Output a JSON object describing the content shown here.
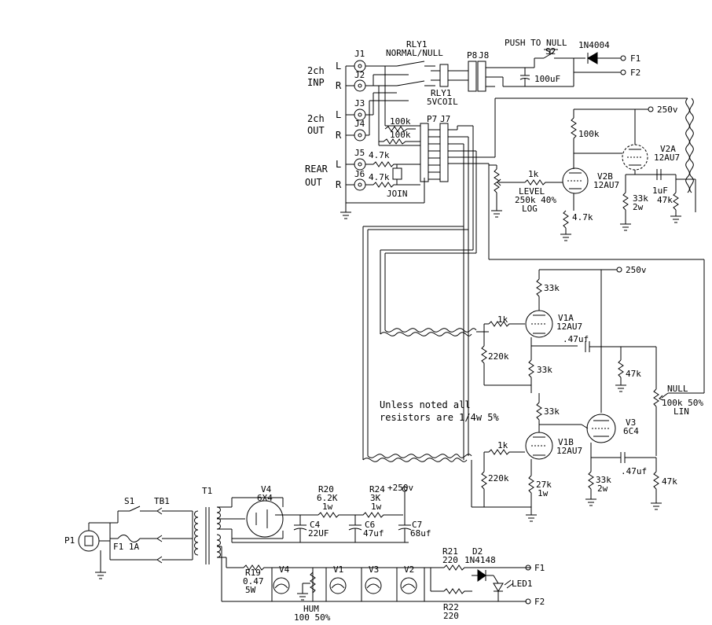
{
  "labels": {
    "rly1_top": "RLY1",
    "rly1_mode": "NORMAL/NULL",
    "rly1_bottom": "RLY1",
    "rly1_coil": "5VCOIL",
    "push_to_null": "PUSH TO NULL",
    "s2": "S2",
    "d1": "1N4004",
    "f1_top": "F1",
    "f2_top": "F2",
    "cap_100uf": "100uF",
    "p8": "P8",
    "j8": "J8",
    "p7": "P7",
    "j7": "J7",
    "j1": "J1",
    "j2": "J2",
    "j3": "J3",
    "j4": "J4",
    "j5": "J5",
    "j6": "J6",
    "inp_2ch": "2ch",
    "inp": "INP",
    "out_2ch": "2ch",
    "out": "OUT",
    "rear": "REAR",
    "rear_out": "OUT",
    "L1": "L",
    "R1": "R",
    "L2": "L",
    "R2": "R",
    "L3": "L",
    "R3": "R",
    "r100k_a": "100k",
    "r100k_b": "100k",
    "r47k_a": "4.7k",
    "r47k_b": "4.7k",
    "join": "JOIN",
    "v250_top": "250v",
    "v250_mid": "250v",
    "v2a": "V2A",
    "v2a_type": "12AU7",
    "v2b": "V2B",
    "v2b_type": "12AU7",
    "r100k_plate": "100k",
    "r1k_level": "1k",
    "level": "LEVEL",
    "level_val": "250k 40%",
    "level_law": "LOG",
    "r47k_cath": "4.7k",
    "c1uf": "1uF",
    "r33k2w_top": "33k",
    "r33k2w_top_w": "2w",
    "r47k_top": "47k",
    "r33k_v1a": "33k",
    "v1a": "V1A",
    "v1a_type": "12AU7",
    "r1k_v1a": "1k",
    "c47_v1a": ".47uf",
    "r220k_a": "220k",
    "r33k_v1a_k": "33k",
    "r47k_mid": "47k",
    "null": "NULL",
    "null_val": "100k 50%",
    "null_law": "LIN",
    "note1": "Unless noted all",
    "note2": "resistors are 1/4w 5%",
    "r33k_v1b_p": "33k",
    "v3": "V3",
    "v3_type": "6C4",
    "v1b": "V1B",
    "v1b_type": "12AU7",
    "r1k_v1b": "1k",
    "r220k_b": "220k",
    "r27k": "27k",
    "r27k_w": "1w",
    "c47_v3": ".47uf",
    "r33k2w_v3": "33k",
    "r33k2w_v3_w": "2w",
    "r47k_v3": "47k",
    "s1": "S1",
    "tb1": "TB1",
    "t1": "T1",
    "p1": "P1",
    "f1_1a": "F1 1A",
    "v4": "V4",
    "v4_type": "6X4",
    "r20": "R20",
    "r20_val": "6.2K",
    "r20_w": "1w",
    "r24": "R24",
    "r24_val": "3K",
    "r24_w": "1w",
    "plus250": "+250v",
    "c4": "C4",
    "c4_val": "22UF",
    "c6": "C6",
    "c6_val": "47uf",
    "c7": "C7",
    "c7_val": "68uf",
    "r19": "R19",
    "r19_val": "0.47",
    "r19_w": "5W",
    "h_v4": "V4",
    "h_v1": "V1",
    "h_v3": "V3",
    "h_v2": "V2",
    "hum": "HUM",
    "hum_val": "100 50%",
    "r21": "R21",
    "r21_val": "220",
    "d2": "D2",
    "d2_type": "1N4148",
    "led1": "LED1",
    "r22": "R22",
    "r22_val": "220",
    "f1_bot": "F1",
    "f2_bot": "F2"
  }
}
